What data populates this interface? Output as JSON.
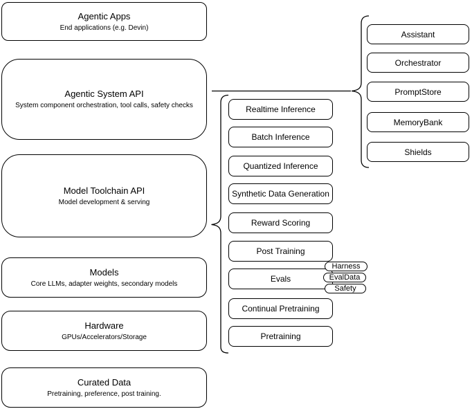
{
  "diagram": {
    "colors": {
      "stroke": "#000000",
      "background": "#ffffff"
    },
    "left_stack": [
      {
        "title": "Agentic Apps",
        "subtitle": "End applications (e.g. Devin)"
      },
      {
        "title": "Agentic System API",
        "subtitle": "System component orchestration, tool calls, safety checks"
      },
      {
        "title": "Model Toolchain API",
        "subtitle": "Model development & serving"
      },
      {
        "title": "Models",
        "subtitle": "Core LLMs, adapter weights, secondary models"
      },
      {
        "title": "Hardware",
        "subtitle": "GPUs/Accelerators/Storage"
      },
      {
        "title": "Curated Data",
        "subtitle": "Pretraining, preference, post training."
      }
    ],
    "toolchain": {
      "items": [
        "Realtime Inference",
        "Batch Inference",
        "Quantized Inference",
        "Synthetic Data Generation",
        "Reward Scoring",
        "Post Training",
        "Evals",
        "Continual Pretraining",
        "Pretraining"
      ]
    },
    "evals_tags": [
      "Harness",
      "EvalData",
      "Safety"
    ],
    "system_components": [
      "Assistant",
      "Orchestrator",
      "PromptStore",
      "MemoryBank",
      "Shields"
    ]
  }
}
